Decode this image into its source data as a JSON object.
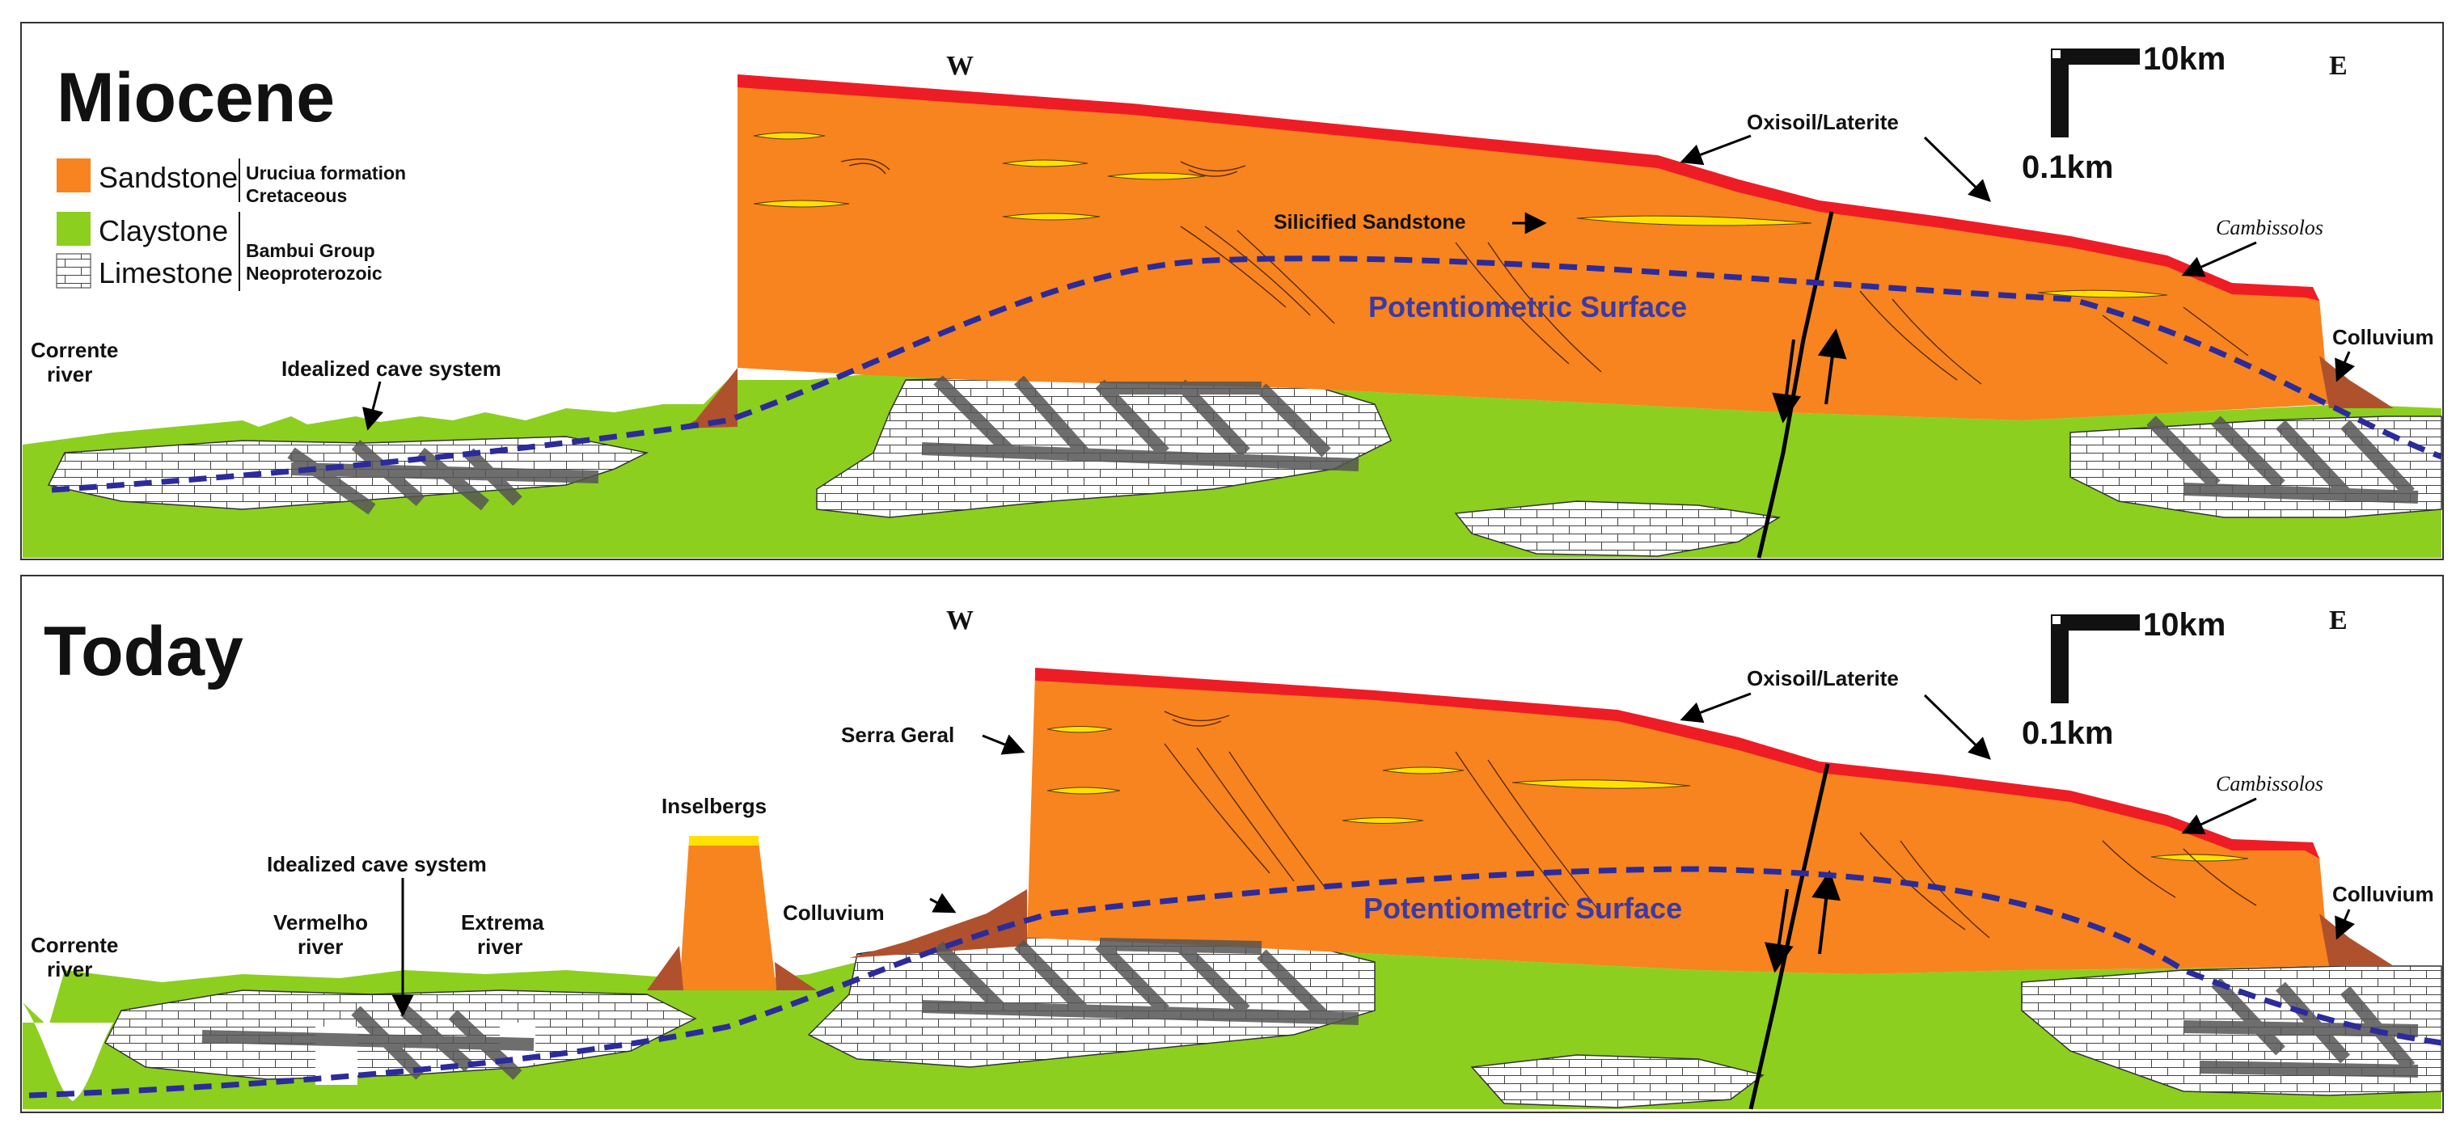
{
  "colors": {
    "sandstone": "#f7841f",
    "claystone": "#8ccf1e",
    "limestone": "#ffffff",
    "oxisoil": "#ee1c25",
    "silicified": "#ffe100",
    "colluvium": "#b0512e",
    "potentiometric": "#2b2b9c",
    "conduit": "#555555"
  },
  "legend": {
    "sandstone": "Sandstone",
    "claystone": "Claystone",
    "limestone": "Limestone",
    "uruciua": "Uruciua formation",
    "cretaceous": "Cretaceous",
    "bambui": "Bambui Group",
    "neoproterozoic": "Neoproterozoic"
  },
  "panels": [
    {
      "title": "Miocene",
      "west": "W",
      "east": "E",
      "scale_h": "10km",
      "scale_v": "0.1km",
      "labels": {
        "oxisoil": "Oxisoil/Laterite",
        "silicified": "Silicified Sandstone",
        "cambissolos": "Cambissolos",
        "potentiometric": "Potentiometric Surface",
        "corrente_1": "Corrente",
        "corrente_2": "river",
        "cave": "Idealized cave system",
        "colluvium": "Colluvium"
      }
    },
    {
      "title": "Today",
      "west": "W",
      "east": "E",
      "scale_h": "10km",
      "scale_v": "0.1km",
      "labels": {
        "oxisoil": "Oxisoil/Laterite",
        "serra": "Serra Geral",
        "inselbergs": "Inselbergs",
        "cave": "Idealized cave system",
        "vermelho_1": "Vermelho",
        "vermelho_2": "river",
        "extrema_1": "Extrema",
        "extrema_2": "river",
        "corrente_1": "Corrente",
        "corrente_2": "river",
        "colluvium_w": "Colluvium",
        "colluvium_e": "Colluvium",
        "cambissolos": "Cambissolos",
        "potentiometric": "Potentiometric Surface"
      }
    }
  ]
}
